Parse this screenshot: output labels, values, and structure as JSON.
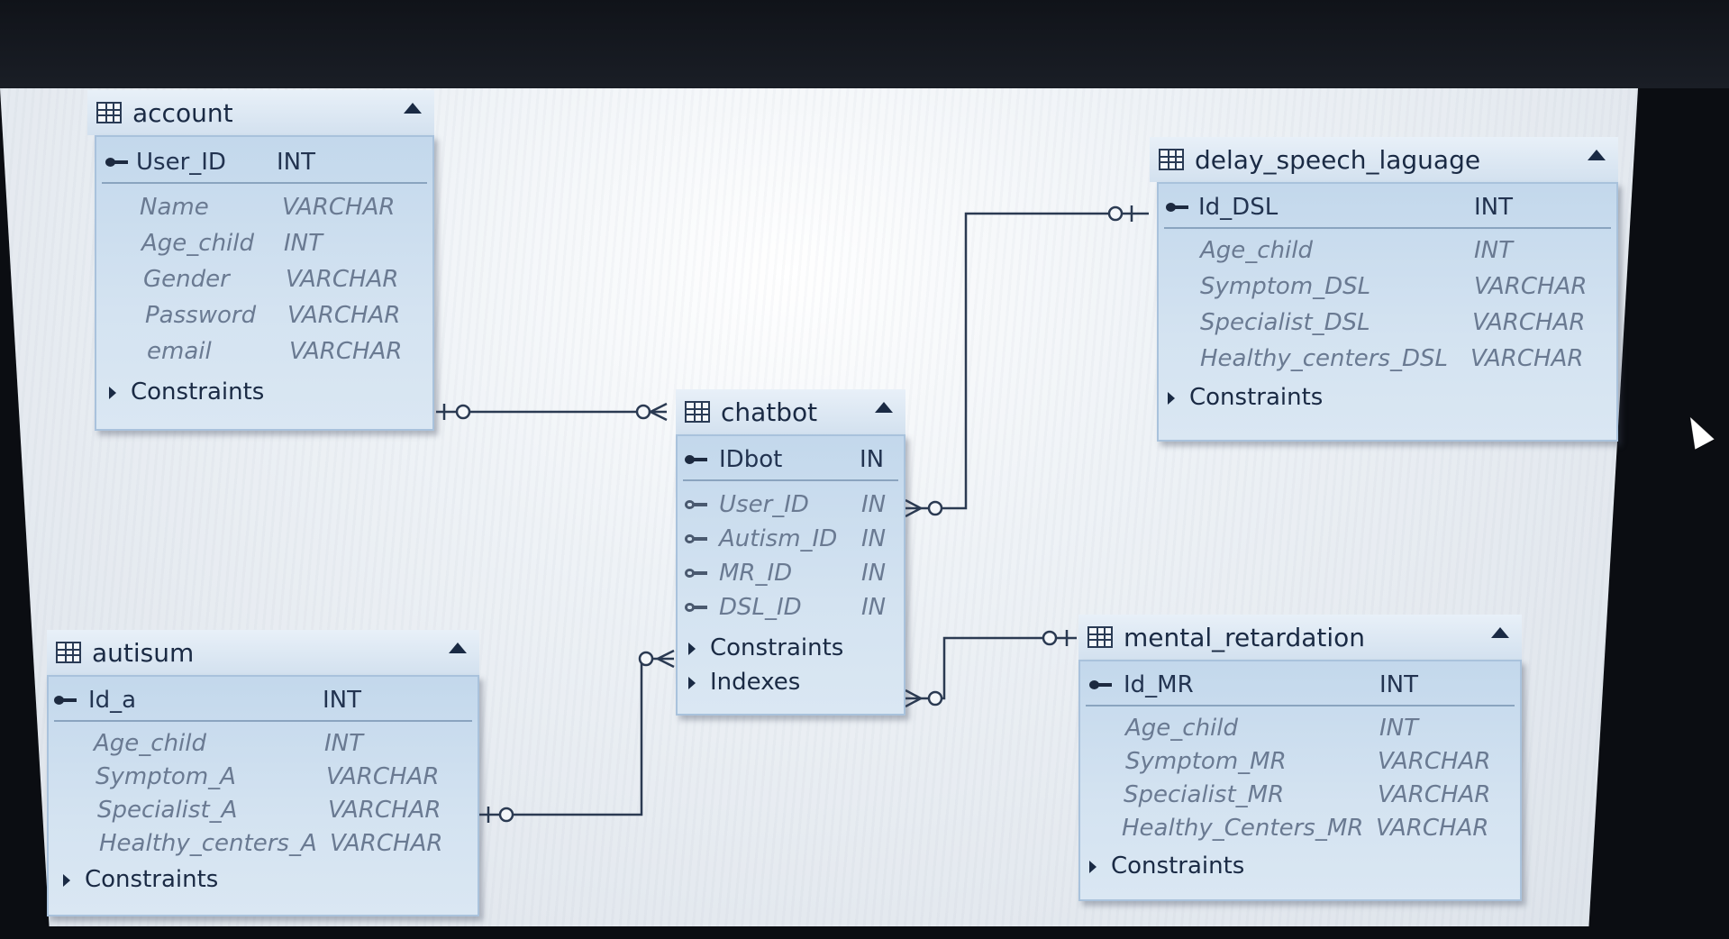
{
  "tables": {
    "account": {
      "title": "account",
      "pk": {
        "name": "User_ID",
        "type": "INT"
      },
      "columns": [
        {
          "name": "Name",
          "type": "VARCHAR"
        },
        {
          "name": "Age_child",
          "type": "INT"
        },
        {
          "name": "Gender",
          "type": "VARCHAR"
        },
        {
          "name": "Password",
          "type": "VARCHAR"
        },
        {
          "name": "email",
          "type": "VARCHAR"
        }
      ],
      "sections": [
        "Constraints"
      ]
    },
    "delay": {
      "title": "delay_speech_laguage",
      "pk": {
        "name": "Id_DSL",
        "type": "INT"
      },
      "columns": [
        {
          "name": "Age_child",
          "type": "INT"
        },
        {
          "name": "Symptom_DSL",
          "type": "VARCHAR"
        },
        {
          "name": "Specialist_DSL",
          "type": "VARCHAR"
        },
        {
          "name": "Healthy_centers_DSL",
          "type": "VARCHAR"
        }
      ],
      "sections": [
        "Constraints"
      ]
    },
    "chatbot": {
      "title": "chatbot",
      "pk": {
        "name": "IDbot",
        "type": "IN"
      },
      "columns": [
        {
          "name": "User_ID",
          "type": "IN"
        },
        {
          "name": "Autism_ID",
          "type": "IN"
        },
        {
          "name": "MR_ID",
          "type": "IN"
        },
        {
          "name": "DSL_ID",
          "type": "IN"
        }
      ],
      "sections": [
        "Constraints",
        "Indexes"
      ]
    },
    "autisum": {
      "title": "autisum",
      "pk": {
        "name": "Id_a",
        "type": "INT"
      },
      "columns": [
        {
          "name": "Age_child",
          "type": "INT"
        },
        {
          "name": "Symptom_A",
          "type": "VARCHAR"
        },
        {
          "name": "Specialist_A",
          "type": "VARCHAR"
        },
        {
          "name": "Healthy_centers_A",
          "type": "VARCHAR"
        }
      ],
      "sections": [
        "Constraints"
      ]
    },
    "mr": {
      "title": "mental_retardation",
      "pk": {
        "name": "Id_MR",
        "type": "INT"
      },
      "columns": [
        {
          "name": "Age_child",
          "type": "INT"
        },
        {
          "name": "Symptom_MR",
          "type": "VARCHAR"
        },
        {
          "name": "Specialist_MR",
          "type": "VARCHAR"
        },
        {
          "name": "Healthy_Centers_MR",
          "type": "VARCHAR"
        }
      ],
      "sections": [
        "Constraints"
      ]
    }
  },
  "colors": {
    "line": "#2b3a52",
    "header_text": "#1a2a44",
    "body_bg": "#d4e3f1"
  }
}
